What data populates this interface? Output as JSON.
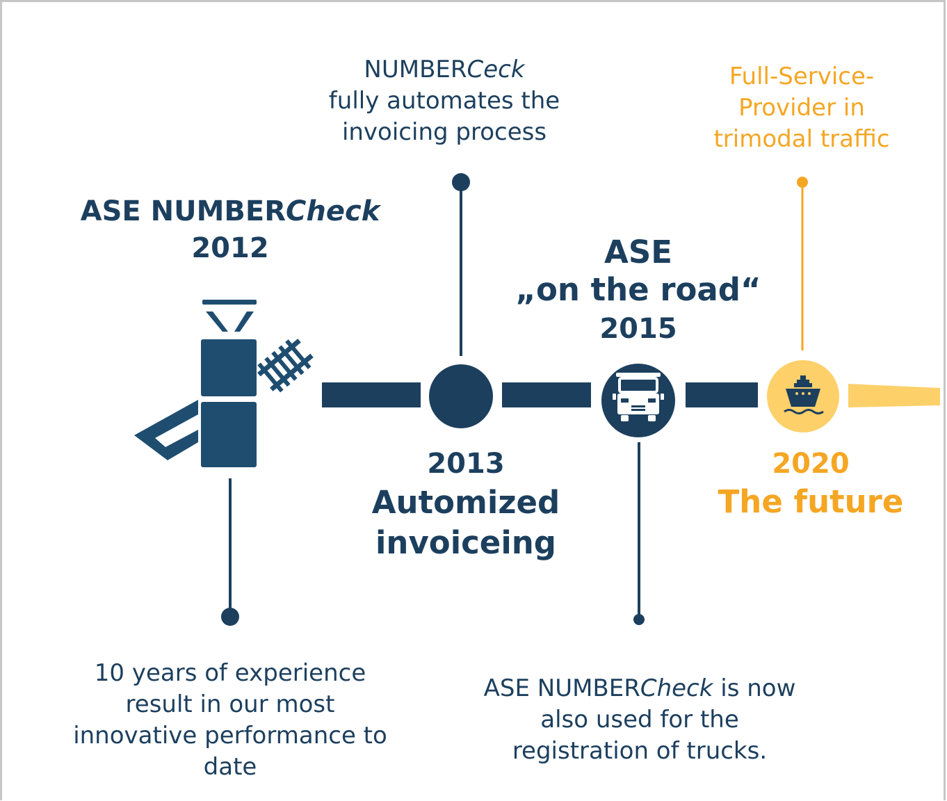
{
  "milestones": {
    "m2012": {
      "title_prefix": "ASE NUMBER",
      "title_italic": "Check",
      "year": "2012",
      "desc_lines": [
        "10 years of experience",
        "result in our most",
        "innovative performance to",
        "date"
      ]
    },
    "m2013": {
      "desc_prefix": "NUMBER",
      "desc_italic": "Ceck",
      "desc_lines": [
        "fully automates the",
        "invoicing process"
      ],
      "year": "2013",
      "title_lines": [
        "Automized",
        "invoiceing"
      ]
    },
    "m2015": {
      "title_lines": [
        "ASE",
        "„on the road“"
      ],
      "year": "2015",
      "desc_prefix": "ASE NUMBER",
      "desc_italic": "Check",
      "desc_suffix": " is now",
      "desc_lines": [
        "also used for the",
        "registration of trucks."
      ]
    },
    "m2020": {
      "desc_lines": [
        "Full-Service-",
        "Provider in",
        "trimodal traffic"
      ],
      "year": "2020",
      "title": "The future"
    }
  },
  "colors": {
    "navy": "#1c3f5e",
    "icon_blue": "#1e4d70",
    "orange": "#f5a623",
    "light_orange": "#fdd06a",
    "frame": "#c6c6c6"
  },
  "icons": {
    "m2012": "satellite-rail-icon",
    "m2013": "plain-dot",
    "m2015": "truck-icon",
    "m2020": "ship-icon"
  }
}
